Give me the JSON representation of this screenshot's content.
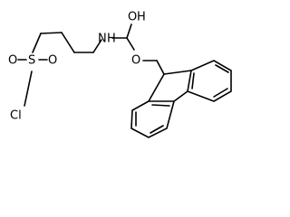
{
  "molecule": {
    "atoms": {
      "cl": "Cl",
      "s": "S",
      "o_sulfonyl_1": "O",
      "o_sulfonyl_2": "O",
      "n": "N",
      "h": "H",
      "o_hydroxyl": "O",
      "h_hydroxyl": "H",
      "o_ester": "O"
    }
  }
}
